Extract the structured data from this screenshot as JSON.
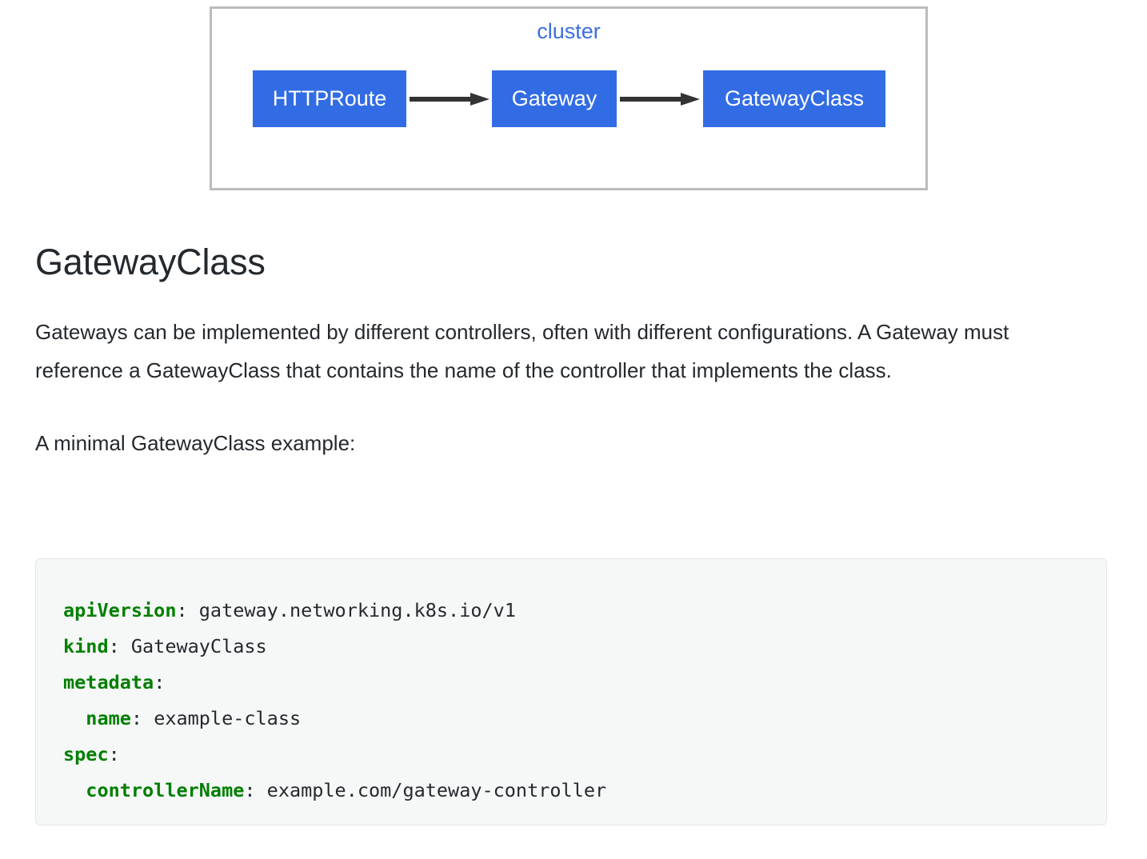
{
  "diagram": {
    "cluster_label": "cluster",
    "nodes": [
      {
        "id": "httproute",
        "label": "HTTPRoute"
      },
      {
        "id": "gateway",
        "label": "Gateway"
      },
      {
        "id": "gatewayclass",
        "label": "GatewayClass"
      }
    ],
    "edges": [
      {
        "from": "HTTPRoute",
        "to": "Gateway"
      },
      {
        "from": "Gateway",
        "to": "GatewayClass"
      }
    ],
    "colors": {
      "node_fill": "#326ce5",
      "node_text": "#ffffff",
      "cluster_border": "#bcbcbc",
      "cluster_label": "#3b6ee0",
      "edge": "#333333"
    }
  },
  "article": {
    "title": "GatewayClass",
    "paragraph_1": "Gateways can be implemented by different controllers, often with different configurations. A Gateway must reference a GatewayClass that contains the name of the controller that implements the class.",
    "paragraph_2": "A minimal GatewayClass example:"
  },
  "code": {
    "language": "yaml",
    "lines": [
      {
        "indent": "",
        "key": "apiVersion",
        "sep": ": ",
        "value": "gateway.networking.k8s.io/v1"
      },
      {
        "indent": "",
        "key": "kind",
        "sep": ": ",
        "value": "GatewayClass"
      },
      {
        "indent": "",
        "key": "metadata",
        "sep": ":",
        "value": ""
      },
      {
        "indent": "  ",
        "key": "name",
        "sep": ": ",
        "value": "example-class"
      },
      {
        "indent": "",
        "key": "spec",
        "sep": ":",
        "value": ""
      },
      {
        "indent": "  ",
        "key": "controllerName",
        "sep": ": ",
        "value": "example.com/gateway-controller"
      }
    ],
    "colors": {
      "key": "#007f00",
      "value": "#24292e",
      "background": "#f6f7f7",
      "border": "#e6e6e6"
    }
  }
}
